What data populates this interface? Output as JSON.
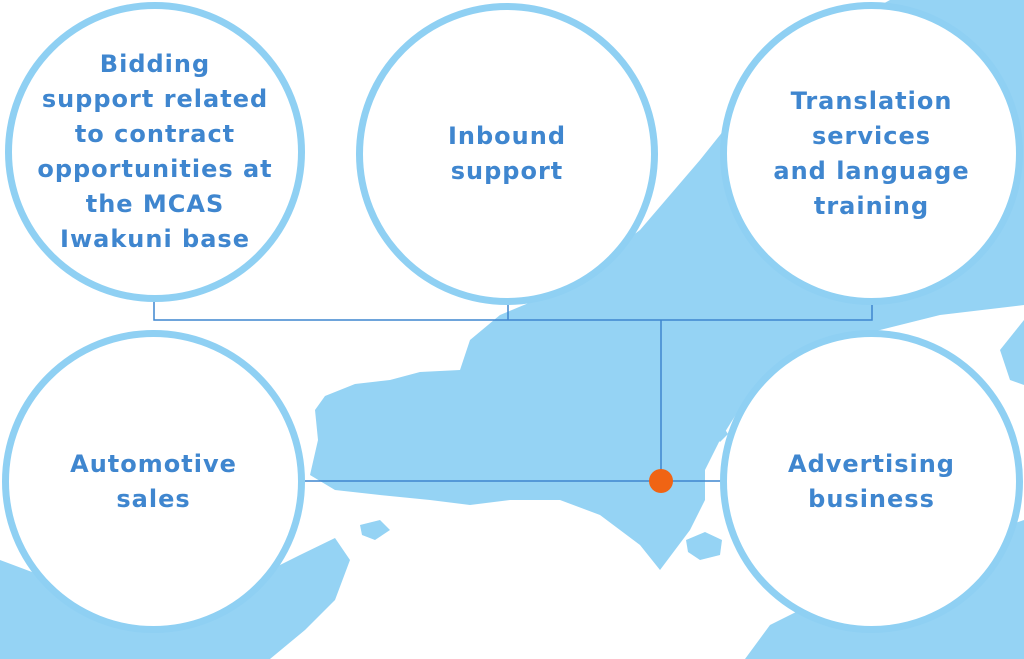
{
  "colors": {
    "land": "#95d3f4",
    "circle_border": "#8fd0f3",
    "circle_fill": "#ffffff",
    "label_text": "#3f86cf",
    "connector": "#3f86cf",
    "hub": "#f06414"
  },
  "services": {
    "bidding": "Bidding\nsupport related\nto contract\nopportunities at\nthe MCAS\nIwakuni base",
    "inbound": "Inbound\nsupport",
    "translation": "Translation\nservices\nand language\ntraining",
    "automotive": "Automotive\nsales",
    "advertising": "Advertising\nbusiness"
  }
}
